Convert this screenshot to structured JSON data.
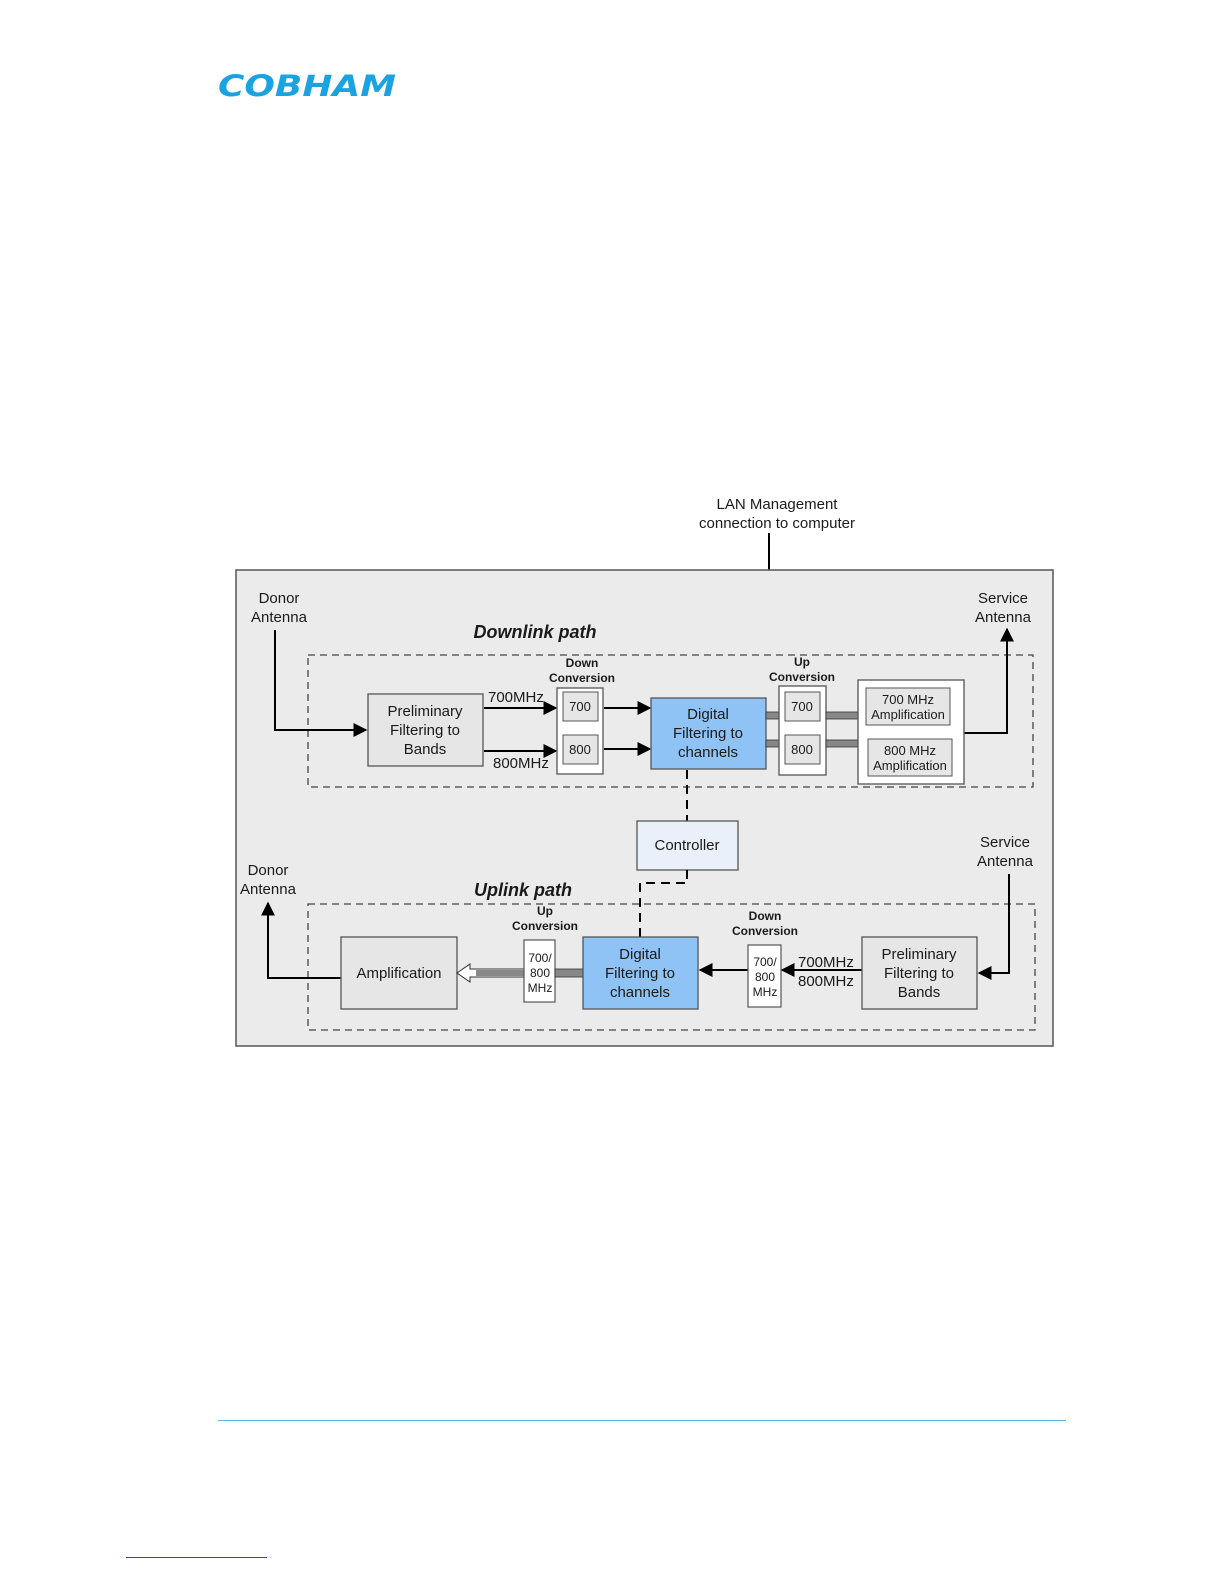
{
  "header": {
    "logo_text": "COBHAM"
  },
  "colors": {
    "brand": "#1aa3e0",
    "digital_block": "#8fc3f5",
    "box": "#e6e6e6",
    "panel": "#ebebeb",
    "rule": "#5bb8e6"
  },
  "diagram": {
    "lan": [
      "LAN Management",
      "connection to computer"
    ],
    "downlink": {
      "title": "Downlink path",
      "donor": [
        "Donor",
        "Antenna"
      ],
      "service": [
        "Service",
        "Antenna"
      ],
      "prelim": [
        "Preliminary",
        "Filtering to",
        "Bands"
      ],
      "freq_700": "700MHz",
      "freq_800": "800MHz",
      "down_conv": [
        "Down",
        "Conversion"
      ],
      "b700": "700",
      "b800": "800",
      "digital": [
        "Digital",
        "Filtering to",
        "channels"
      ],
      "up_conv": [
        "Up",
        "Conversion"
      ],
      "amp_700": [
        "700 MHz",
        "Amplification"
      ],
      "amp_800": [
        "800 MHz",
        "Amplification"
      ]
    },
    "controller": "Controller",
    "uplink": {
      "title": "Uplink path",
      "donor": [
        "Donor",
        "Antenna"
      ],
      "service": [
        "Service",
        "Antenna"
      ],
      "amplification": "Amplification",
      "up_conv": [
        "Up",
        "Conversion"
      ],
      "mixer_left": [
        "700/",
        "800",
        "MHz"
      ],
      "digital": [
        "Digital",
        "Filtering to",
        "channels"
      ],
      "down_conv": [
        "Down",
        "Conversion"
      ],
      "mixer_right": [
        "700/",
        "800",
        "MHz"
      ],
      "freq_700": "700MHz",
      "freq_800": "800MHz",
      "prelim": [
        "Preliminary",
        "Filtering to",
        "Bands"
      ]
    }
  }
}
